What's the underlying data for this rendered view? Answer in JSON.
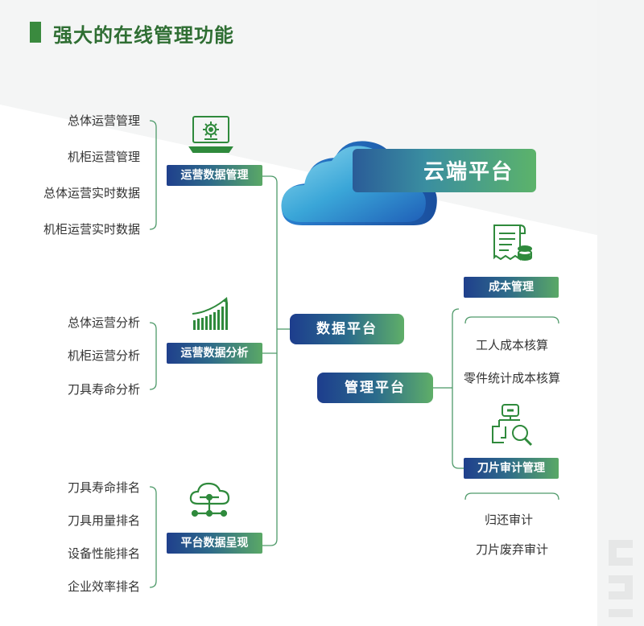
{
  "title": "强大的在线管理功能",
  "left": {
    "groups": [
      {
        "badge": "运营数据管理",
        "icon": "laptop-gear-icon",
        "items": [
          "总体运营管理",
          "机柜运营管理",
          "总体运营实时数据",
          "机柜运营实时数据"
        ]
      },
      {
        "badge": "运营数据分析",
        "icon": "bar-chart-growth-icon",
        "items": [
          "总体运营分析",
          "机柜运营分析",
          "刀具寿命分析"
        ]
      },
      {
        "badge": "平台数据呈现",
        "icon": "cloud-network-icon",
        "items": [
          "刀具寿命排名",
          "刀具用量排名",
          "设备性能排名",
          "企业效率排名"
        ]
      }
    ]
  },
  "center": {
    "cloud_label": "云端平台",
    "data_platform": "数据平台",
    "management_platform": "管理平台"
  },
  "right": {
    "groups": [
      {
        "badge": "成本管理",
        "icon": "receipt-coins-icon",
        "items": [
          "工人成本核算",
          "零件统计成本核算"
        ]
      },
      {
        "badge": "刀片审计管理",
        "icon": "robot-search-icon",
        "items": [
          "归还审计",
          "刀片废弃审计"
        ]
      }
    ]
  },
  "colors": {
    "green": "#3a8a3e",
    "navy": "#1f3f8c",
    "line": "#4f9a6a"
  }
}
